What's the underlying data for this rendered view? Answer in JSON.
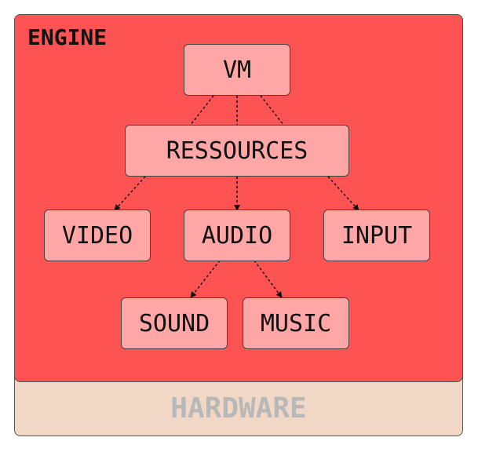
{
  "layers": {
    "engine": "ENGINE",
    "hardware": "HARDWARE"
  },
  "nodes": {
    "vm": "VM",
    "ressources": "RESSOURCES",
    "video": "VIDEO",
    "audio": "AUDIO",
    "input": "INPUT",
    "sound": "SOUND",
    "music": "MUSIC"
  },
  "edges": [
    {
      "from": "vm",
      "to": "ressources"
    },
    {
      "from": "ressources",
      "to": "video"
    },
    {
      "from": "ressources",
      "to": "audio"
    },
    {
      "from": "ressources",
      "to": "input"
    },
    {
      "from": "audio",
      "to": "sound"
    },
    {
      "from": "audio",
      "to": "music"
    }
  ],
  "colors": {
    "engine": "#fe5353",
    "hardware": "#f1d8c6",
    "node": "#ffa6a6",
    "hardware_text": "#b8b8b8"
  }
}
